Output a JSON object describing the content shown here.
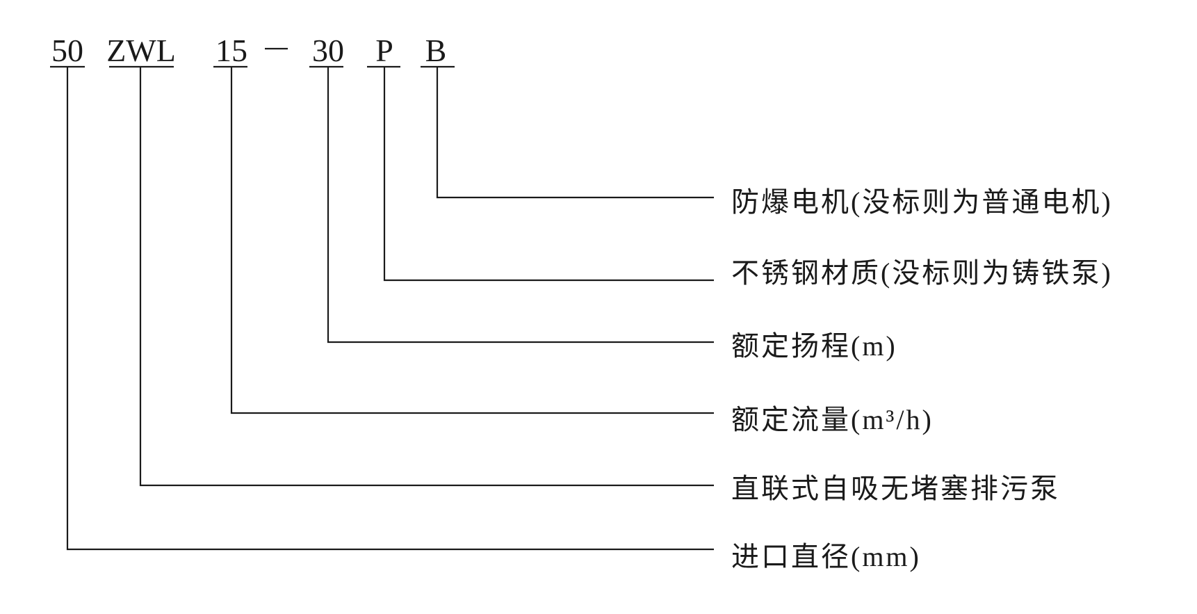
{
  "model_code": {
    "parts": [
      "50",
      "ZWL",
      "15",
      "30",
      "P",
      "B"
    ],
    "dash": "—"
  },
  "descriptions": [
    {
      "code": "B",
      "text": "防爆电机(没标则为普通电机)"
    },
    {
      "code": "P",
      "text": "不锈钢材质(没标则为铸铁泵)"
    },
    {
      "code": "30",
      "text": "额定扬程(m)"
    },
    {
      "code": "15",
      "text": "额定流量(m³/h)"
    },
    {
      "code": "ZWL",
      "text": "直联式自吸无堵塞排污泵"
    },
    {
      "code": "50",
      "text": "进口直径(mm)"
    }
  ]
}
